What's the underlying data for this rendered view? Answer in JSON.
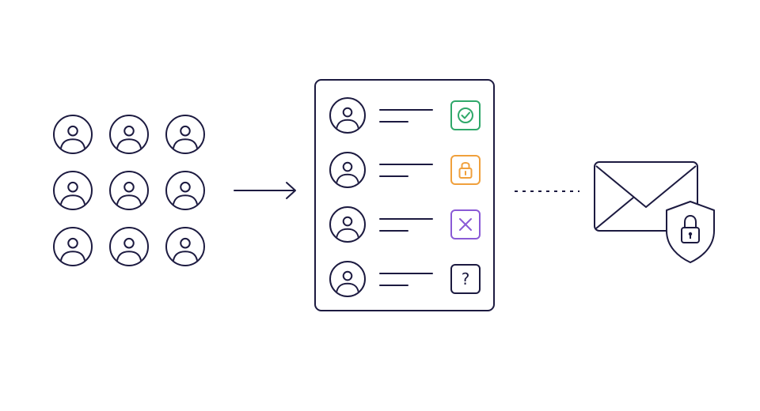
{
  "colors": {
    "line": "#1c1a40",
    "approved": "#2fa86a",
    "locked": "#f0a03c",
    "rejected": "#8a5ad6",
    "unknown": "#1c1a40",
    "background": "#ffffff"
  },
  "people_grid": {
    "rows": 3,
    "cols": 3,
    "icon": "user-icon"
  },
  "flow_arrow": {
    "icon": "arrow-right-icon"
  },
  "review_list": {
    "rows": [
      {
        "icon": "user-icon",
        "status": "approved",
        "status_icon": "check-circle-icon"
      },
      {
        "icon": "user-icon",
        "status": "locked",
        "status_icon": "padlock-icon"
      },
      {
        "icon": "user-icon",
        "status": "rejected",
        "status_icon": "x-icon"
      },
      {
        "icon": "user-icon",
        "status": "unknown",
        "status_icon": "question-mark-icon",
        "status_text": "?"
      }
    ]
  },
  "connector": {
    "style": "dotted"
  },
  "secure_mail": {
    "icon": "envelope-icon",
    "badge_icon": "shield-lock-icon"
  }
}
